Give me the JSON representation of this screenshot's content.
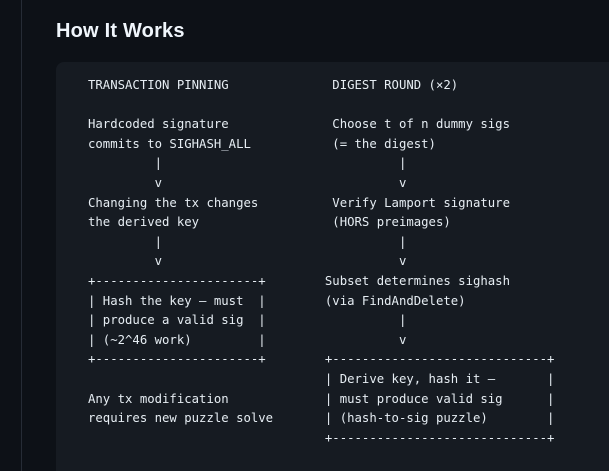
{
  "page": {
    "title": "How It Works"
  },
  "diagram": {
    "columns": [
      "TRANSACTION PINNING",
      "DIGEST ROUND (×2)"
    ],
    "lines": [
      "TRANSACTION PINNING              DIGEST ROUND (×2)",
      "",
      "Hardcoded signature              Choose t of n dummy sigs",
      "commits to SIGHASH_ALL           (= the digest)",
      "         |                                |",
      "         v                                v",
      "Changing the tx changes          Verify Lamport signature",
      "the derived key                  (HORS preimages)",
      "         |                                |",
      "         v                                v",
      "+----------------------+        Subset determines sighash",
      "| Hash the key — must  |        (via FindAndDelete)",
      "| produce a valid sig  |                  |",
      "| (~2^46 work)         |                  v",
      "+----------------------+        +-----------------------------+",
      "                                | Derive key, hash it —       |",
      "Any tx modification             | must produce valid sig      |",
      "requires new puzzle solve       | (hash-to-sig puzzle)        |",
      "                                +-----------------------------+"
    ]
  },
  "colors": {
    "background": "#0d1117",
    "panel": "#161b22",
    "text": "#e6edf3",
    "heading": "#f0f6fc",
    "divider": "#262c36"
  }
}
